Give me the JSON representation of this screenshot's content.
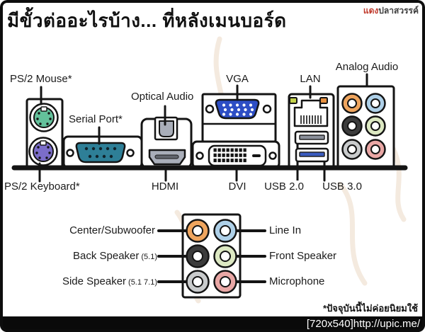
{
  "title": "มีขั้วต่ออะไรบ้าง... ที่หลังเมนบอร์ด",
  "watermark": {
    "red_part": "แดง",
    "gray_part": "ปลาสวรรค์"
  },
  "labels": {
    "ps2_mouse": "PS/2 Mouse*",
    "serial_port": "Serial Port*",
    "optical_audio": "Optical Audio",
    "vga": "VGA",
    "lan": "LAN",
    "analog_audio": "Analog Audio",
    "ps2_keyboard": "PS/2 Keyboard*",
    "hdmi": "HDMI",
    "dvi": "DVI",
    "usb_2_0": "USB 2.0",
    "usb_3_0": "USB 3.0"
  },
  "legend": {
    "left": [
      {
        "label": "Center/Subwoofer",
        "note": ""
      },
      {
        "label": "Back Speaker",
        "note": "(5.1)"
      },
      {
        "label": "Side Speaker",
        "note": "(5.1 7.1)"
      }
    ],
    "right": [
      {
        "label": "Line In"
      },
      {
        "label": "Front Speaker"
      },
      {
        "label": "Microphone"
      }
    ]
  },
  "footer": {
    "note": "*ปัจจุบันนี้ไม่ค่อยนิยมใช้",
    "url": "[720x540]http://upic.me/"
  },
  "colors": {
    "ps2_green": "#63c19b",
    "ps2_purple": "#7b6dc9",
    "serial_teal": "#2e7f97",
    "vga_blue": "#2d4ec5",
    "port_gray": "#a9aeb9",
    "usb2_gray": "#8a8f9a",
    "usb3_blue": "#3a5bbf",
    "led_green": "#c3d24b",
    "led_orange": "#e89140",
    "jack_orange": "#efa55e",
    "jack_blue": "#aed0e8",
    "jack_black": "#3b3b3b",
    "jack_green": "#dce8c2",
    "jack_gray": "#c9cbcc",
    "jack_pink": "#e9a7a5",
    "watermark_red": "#c0392b",
    "footer_bg": "#0a0a0a"
  }
}
